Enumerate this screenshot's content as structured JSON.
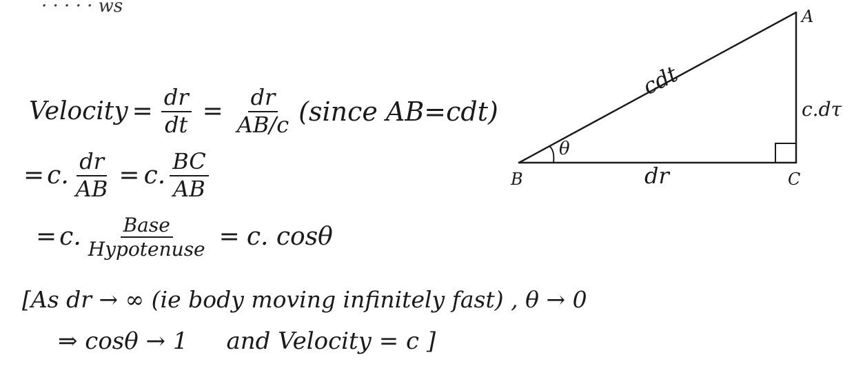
{
  "top_scrap": "· · ·  ·  · ws",
  "line1": {
    "lhs": "Velocity",
    "eq": "=",
    "f1_num": "dr",
    "f1_den": "dt",
    "eq2": "=",
    "f2_num": "dr",
    "f2_den": "AB/c",
    "note": "(since AB=cdt)"
  },
  "line2": {
    "eq": "=",
    "c": "c.",
    "f1_num": "dr",
    "f1_den": "AB",
    "eq2": "=",
    "c2": "c.",
    "f2_num": "BC",
    "f2_den": "AB"
  },
  "line3": {
    "eq": "=",
    "c": "c.",
    "f_num": "Base",
    "f_den": "Hypotenuse",
    "eq2": "=",
    "rhs": "c. cosθ"
  },
  "line4": "[As dr → ∞ (ie body moving infinitely fast) , θ → 0",
  "line5": {
    "left": "⇒ cosθ → 1",
    "right": "and Velocity = c ]"
  },
  "diagram": {
    "label_a": "A",
    "label_b": "B",
    "label_c": "C",
    "hyp": "cdt",
    "vert": "c.dτ",
    "base": "dr",
    "angle": "θ"
  }
}
